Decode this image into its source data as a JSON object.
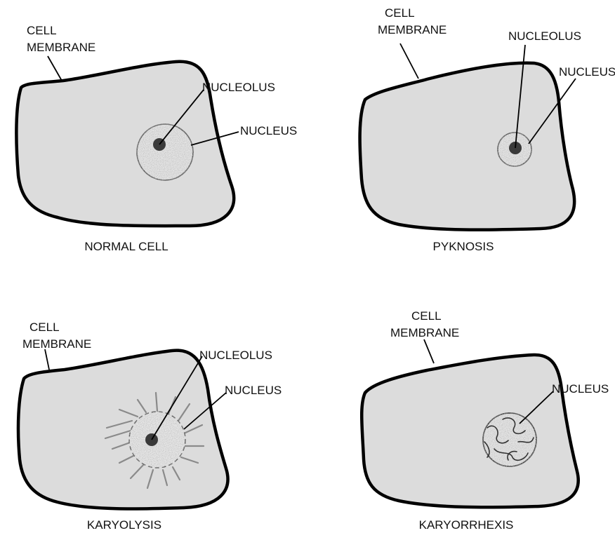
{
  "panels": {
    "normal": {
      "caption": "NORMAL CELL",
      "membrane_line1": "CELL",
      "membrane_line2": "MEMBRANE",
      "nucleolus": "NUCLEOLUS",
      "nucleus": "NUCLEUS"
    },
    "pyknosis": {
      "caption": "PYKNOSIS",
      "membrane_line1": "CELL",
      "membrane_line2": "MEMBRANE",
      "nucleolus": "NUCLEOLUS",
      "nucleus": "NUCLEUS"
    },
    "karyolysis": {
      "caption": "KARYOLYSIS",
      "membrane_line1": "CELL",
      "membrane_line2": "MEMBRANE",
      "nucleolus": "NUCLEOLUS",
      "nucleus": "NUCLEUS"
    },
    "karyorrhexis": {
      "caption": "KARYORRHEXIS",
      "membrane_line1": "CELL",
      "membrane_line2": "MEMBRANE",
      "nucleus": "NUCLEUS"
    }
  },
  "colors": {
    "cytoplasm": "#dcdcdc",
    "membrane": "#000000",
    "nucleus": "#e6e6e6",
    "nucleolus": "#3a3a3a"
  }
}
